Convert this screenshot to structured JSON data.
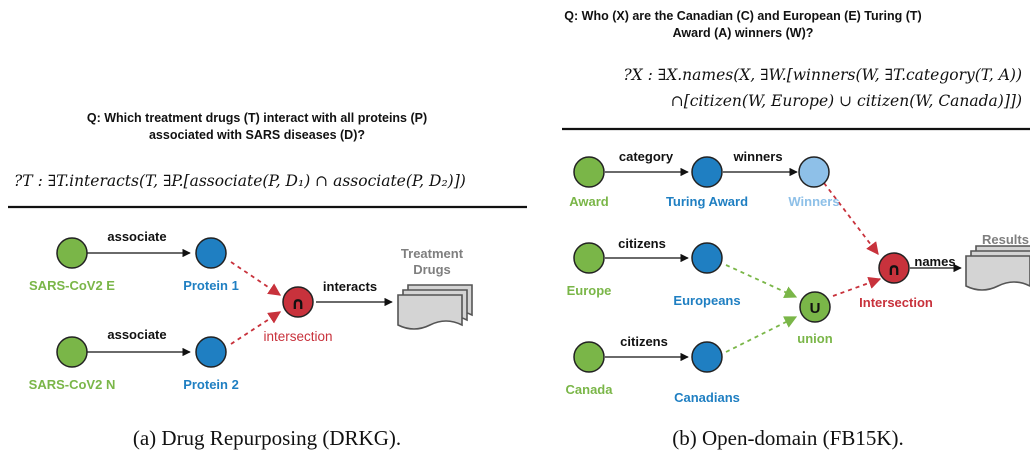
{
  "colors": {
    "anchor": "#7ab648",
    "variable": "#1f7fc2",
    "winners": "#8ec0e8",
    "operator_red": "#c8323c",
    "operator_green": "#7ab648",
    "answer": "#7f7f7f"
  },
  "left": {
    "question_line1": "Q: Which treatment drugs (T) interact with all proteins (P)",
    "question_line2": "associated with SARS diseases (D)?",
    "formula": "?T : ∃T.interacts(T, ∃P.[associate(P, D₁) ∩ associate(P, D₂)])",
    "nodes": {
      "sars_e": "SARS-CoV2 E",
      "sars_n": "SARS-CoV2 N",
      "protein1": "Protein 1",
      "protein2": "Protein 2",
      "intersection": "intersection",
      "intersection_symbol": "∩",
      "answer_line1": "Treatment",
      "answer_line2": "Drugs"
    },
    "edges": {
      "associate_top": "associate",
      "associate_bottom": "associate",
      "interacts": "interacts"
    },
    "caption": "(a) Drug Repurposing (DRKG)."
  },
  "right": {
    "question_line1": "Q: Who (X) are the Canadian (C) and European (E) Turing (T)",
    "question_line2": "Award (A) winners (W)?",
    "formula_line1": "?X : ∃X.names(X, ∃W.[winners(W, ∃T.category(T, A))",
    "formula_line2": "∩[citizen(W, Europe) ∪ citizen(W, Canada)]])",
    "nodes": {
      "award": "Award",
      "turing_award": "Turing Award",
      "winners": "Winners",
      "europe": "Europe",
      "europeans": "Europeans",
      "canada": "Canada",
      "canadians": "Canadians",
      "union": "union",
      "union_symbol": "U",
      "intersection": "Intersection",
      "intersection_symbol": "∩",
      "answer": "Results"
    },
    "edges": {
      "category": "category",
      "winners": "winners",
      "citizens_top": "citizens",
      "citizens_bottom": "citizens",
      "names": "names"
    },
    "caption": "(b) Open-domain (FB15K)."
  }
}
